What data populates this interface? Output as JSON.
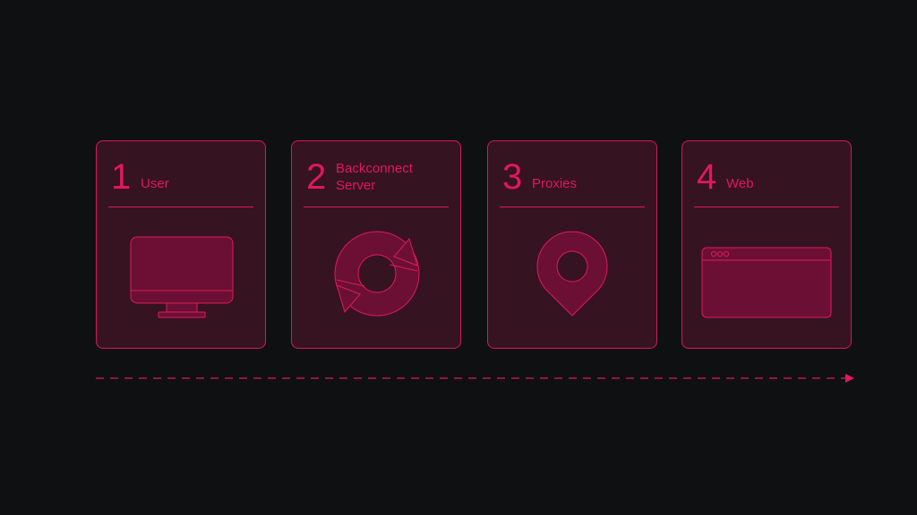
{
  "colors": {
    "background": "#0f1012",
    "card_fill": "#361320",
    "accent": "#e0185c",
    "icon_fill": "#6b1034"
  },
  "steps": [
    {
      "number": "1",
      "label": "User",
      "icon": "monitor-icon"
    },
    {
      "number": "2",
      "label": "Backconnect\nServer",
      "icon": "refresh-cycle-icon"
    },
    {
      "number": "3",
      "label": "Proxies",
      "icon": "location-pin-icon"
    },
    {
      "number": "4",
      "label": "Web",
      "icon": "browser-window-icon"
    }
  ],
  "flow": {
    "direction": "left-to-right",
    "style": "dashed-arrow"
  }
}
